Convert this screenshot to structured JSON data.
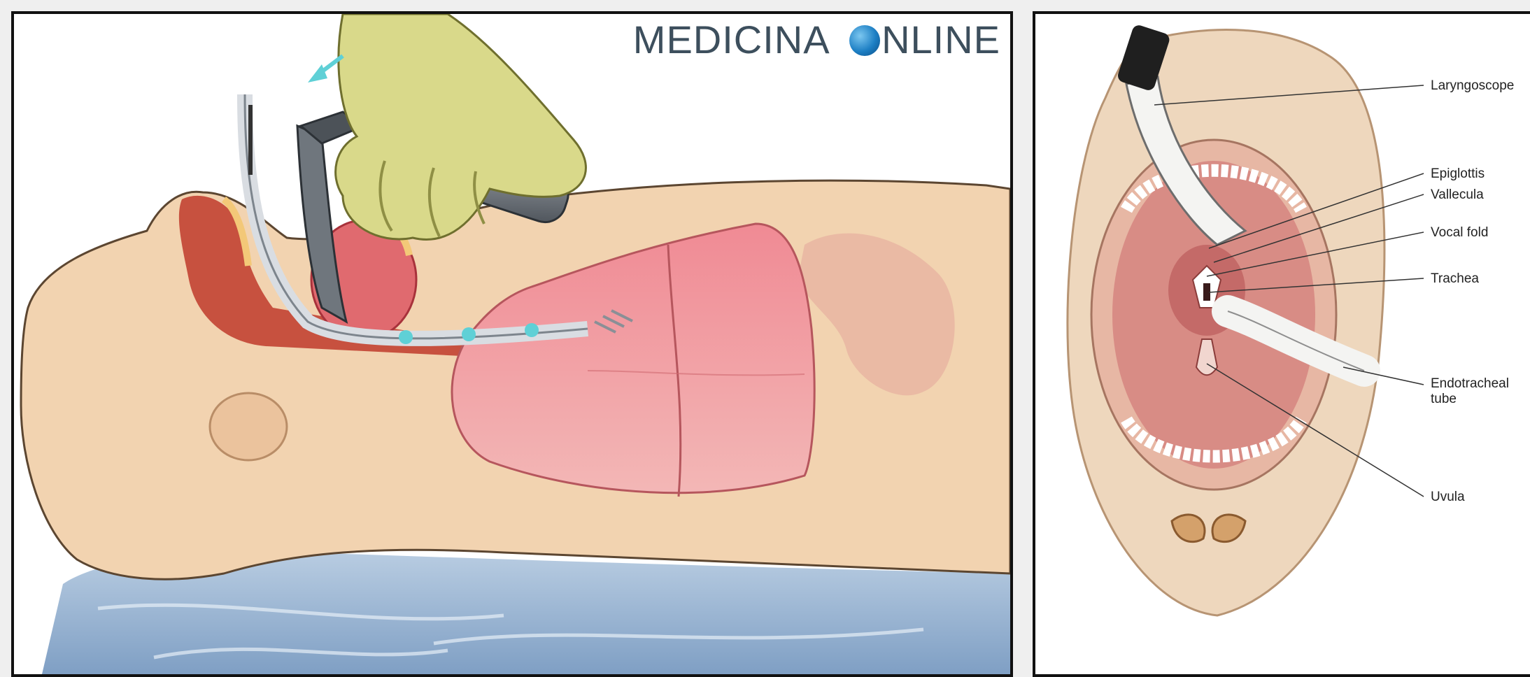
{
  "left_panel": {
    "watermark": {
      "part1": "MEDICINA ",
      "part2": "NLINE",
      "globe_color": "#1d7fc4"
    }
  },
  "right_panel": {
    "labels": {
      "laryngoscope": "Laryngoscope",
      "epiglottis": "Epiglottis",
      "vallecula": "Vallecula",
      "vocal_fold": "Vocal fold",
      "trachea": "Trachea",
      "endotracheal_tube_line1": "Endotracheal",
      "endotracheal_tube_line2": "tube",
      "uvula": "Uvula"
    }
  },
  "colors": {
    "skin": "#f2d3b0",
    "lung": "#e8818a",
    "drape": "#9bb6d3",
    "glove": "#d9d98a",
    "frame": "#111111"
  }
}
